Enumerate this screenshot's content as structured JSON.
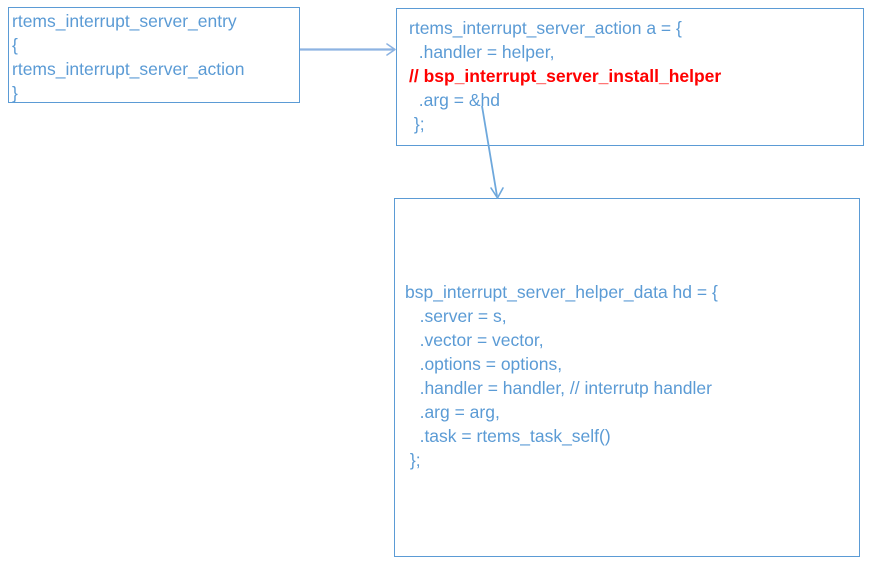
{
  "diagram": {
    "title": "rtems interrupt server structures",
    "palette": {
      "text_blue": "#5b9bd5",
      "border_blue": "#5b9bd5",
      "comment_red": "#ff0000",
      "background": "#ffffff"
    },
    "boxes": [
      {
        "id": "entry",
        "name": "rtems_interrupt_server_entry-box",
        "lines": [
          "rtems_interrupt_server_entry",
          "{",
          "rtems_interrupt_server_action",
          "}"
        ],
        "text": "rtems_interrupt_server_entry\n{\nrtems_interrupt_server_action\n}"
      },
      {
        "id": "action",
        "name": "rtems_interrupt_server_action-box",
        "text_before": "rtems_interrupt_server_action a = {\n  .handler = helper,\n",
        "comment": "// bsp_interrupt_server_install_helper",
        "text_after": "\n  .arg = &hd\n };",
        "lines": [
          "rtems_interrupt_server_action a = {",
          "  .handler = helper,",
          "// bsp_interrupt_server_install_helper",
          "  .arg = &hd",
          " };"
        ]
      },
      {
        "id": "helper_data",
        "name": "bsp_interrupt_server_helper_data-box",
        "lines": [
          "bsp_interrupt_server_helper_data hd = {",
          "   .server = s,",
          "   .vector = vector,",
          "   .options = options,",
          "   .handler = handler, // interrutp handler",
          "   .arg = arg,",
          "   .task = rtems_task_self()",
          " };"
        ],
        "text": "bsp_interrupt_server_helper_data hd = {\n   .server = s,\n   .vector = vector,\n   .options = options,\n   .handler = handler, // interrutp handler\n   .arg = arg,\n   .task = rtems_task_self()\n };"
      }
    ],
    "connectors": [
      {
        "id": "entry-to-action",
        "name": "arrow-entry-to-action",
        "from": "entry",
        "to": "action",
        "kind": "horizontal-arrow"
      },
      {
        "id": "action-to-helper-data",
        "name": "arrow-action-to-helper-data",
        "from": "action",
        "to": "helper_data",
        "kind": "diagonal-arrow"
      }
    ]
  }
}
